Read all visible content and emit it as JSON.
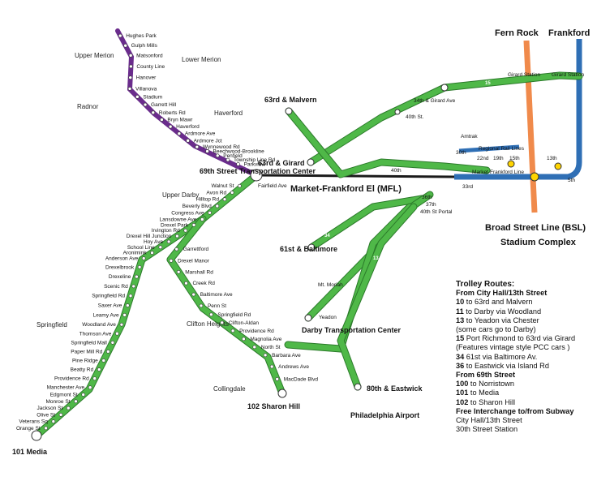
{
  "lines": {
    "broad_street": {
      "top": "Fern Rock",
      "bottom": "Broad Street Line (BSL)",
      "color": "#f08a4b"
    },
    "frankford": {
      "top": "Frankford",
      "color": "#2f6fb5"
    },
    "mfl": {
      "label": "Market-Frankford El (MFL)",
      "color": "#1a1a1a"
    },
    "trolley_color": "#4fb848",
    "suburban_color": "#6a2c8c"
  },
  "towns": [
    "Upper Merion",
    "Lower Merion",
    "Radnor",
    "Haverford",
    "Upper Darby",
    "Springfield",
    "Clifton Heights",
    "Collingdale"
  ],
  "hubs": {
    "sixty_ninth": "69th Street Transportation Center",
    "darby": "Darby Transportation Center",
    "stadium": "Stadium Complex",
    "airport": "Philadelphia Airport"
  },
  "termini": {
    "media": "101 Media",
    "sharon_hill": "102 Sharon Hill",
    "malvern": "63rd & Malvern",
    "girard": "63rd & Girard",
    "baltimore": "61st & Baltimore",
    "eastwick": "80th & Eastwick"
  },
  "stations": {
    "girard_ave": "34th & Girard Ave",
    "fortieth_st": "40th St.",
    "fortieth": "40th",
    "thirty_sixth": "36th",
    "thirty_seventh": "37th",
    "thirty_third": "33rd",
    "portal": "40th St Portal",
    "amtrak": "Amtrak",
    "thirtieth": "30th",
    "twenty_second": "22nd",
    "nineteenth": "19th",
    "fifteenth": "15th",
    "thirteenth": "13th",
    "fifth": "5th",
    "regional_rail": "Regional Rail Lines",
    "market_st": "Market-Frankford Line",
    "girard_station": "Girard Station",
    "girard_station2": "Girard Station",
    "mt_moriah": "Mt. Moriah",
    "yeadon": "Yeadon",
    "fairfield": "Fairfield Ave"
  },
  "route_100_stops": [
    "Hughes Park",
    "Gulph Mills",
    "Matsonford",
    "County Line",
    "Hanover",
    "Villanova",
    "Stadium",
    "Garrett Hill",
    "Roberts Rd",
    "Bryn Mawr",
    "Haverford",
    "Ardmore Ave",
    "Ardmore Jct",
    "Wynnewood Rd",
    "Beechwood-Brookline",
    "Penfield",
    "Township Line Rd",
    "Parkview"
  ],
  "route_101_stops": [
    "Walnut St",
    "Avon Rd",
    "Hilltop Rd",
    "Beverly Blvd",
    "Congress Ave",
    "Lansdowne Ave",
    "Drexel Park",
    "Irvington Rd",
    "Drexel Hill Junction",
    "Hoy Ave",
    "School Line",
    "Aronimink",
    "Anderson Ave",
    "Drexelbrook",
    "Drexeline",
    "Scenic Rd",
    "Springfield Rd",
    "Saxer Ave",
    "Leamy Ave",
    "Woodland Ave",
    "Thomson Ave",
    "Springfield Mall",
    "Paper Mill Rd",
    "Pine Ridge",
    "Beatty Rd",
    "Providence Rd",
    "Manchester Ave",
    "Edgmont St",
    "Monroe St",
    "Jackson St",
    "Olive St",
    "Veterans Sq",
    "Orange St"
  ],
  "route_102_stops": [
    "Garrettford",
    "Drexel Manor",
    "Marshall Rd",
    "Creek Rd",
    "Baltimore Ave",
    "Penn St",
    "Springfield Rd",
    "Clifton-Aldan",
    "Providence Rd",
    "Magnolia Ave",
    "North St",
    "Barbara Ave",
    "Andrews Ave",
    "MacDade Blvd"
  ],
  "route_numbers": [
    "15",
    "10",
    "15",
    "34",
    "13",
    "11",
    "36",
    "11",
    "13",
    "10"
  ],
  "legend": {
    "title": "Trolley Routes:",
    "h1": "From City Hall/13th Street",
    "city_routes": [
      {
        "num": "10",
        "text": "to 63rd and Malvern"
      },
      {
        "num": "11",
        "text": "to Darby via Woodland"
      },
      {
        "num": "13",
        "text": "to Yeadon via Chester"
      },
      {
        "num": "",
        "text": "(some cars go to Darby)"
      },
      {
        "num": "15",
        "text": "Port Richmond to 63rd via Girard"
      },
      {
        "num": "",
        "text": "(Features vintage style PCC cars )"
      },
      {
        "num": "34",
        "text": "61st via Baltimore Av."
      },
      {
        "num": "36",
        "text": "to Eastwick via Island Rd"
      }
    ],
    "h2": "From 69th Street",
    "suburban_routes": [
      {
        "num": "100",
        "text": "to Norristown"
      },
      {
        "num": "101",
        "text": "to Media"
      },
      {
        "num": "102",
        "text": "to Sharon Hill"
      }
    ],
    "h3": "Free Interchange to/from Subway",
    "interchanges": [
      "City Hall/13th Street",
      "30th Street Station"
    ]
  }
}
